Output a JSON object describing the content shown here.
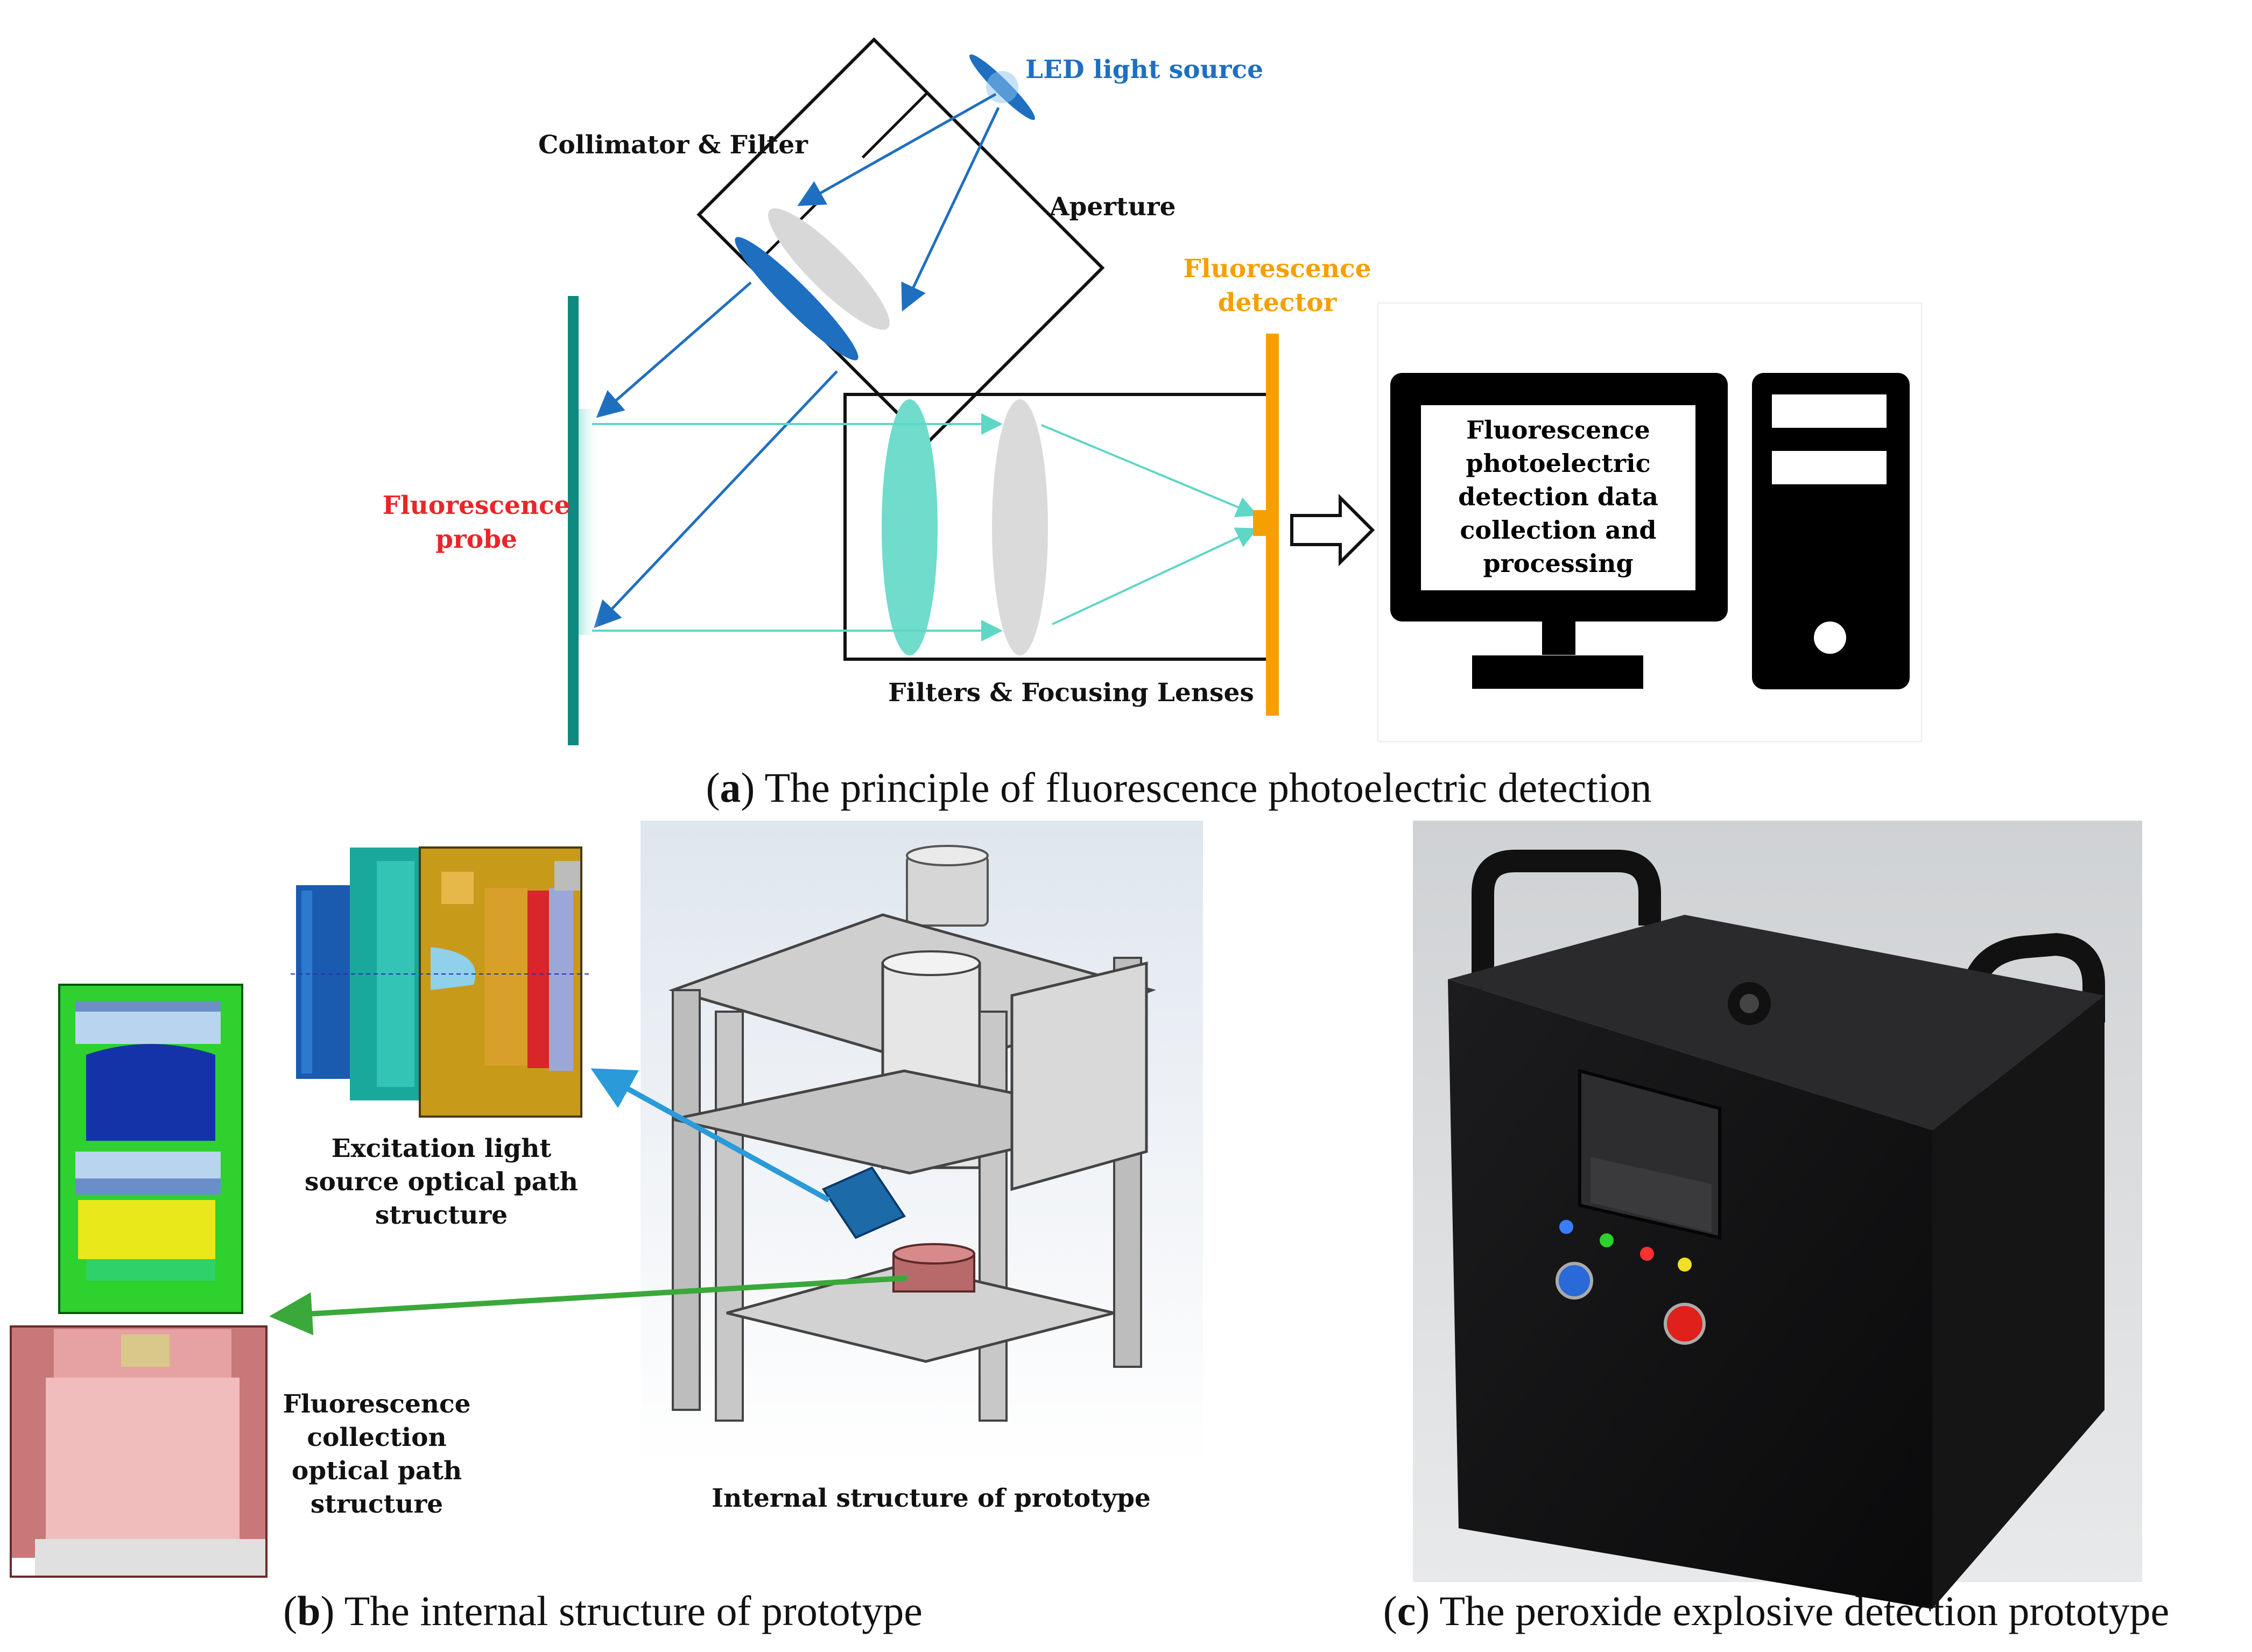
{
  "panel_a": {
    "caption_letter": "a",
    "caption_text": ") The principle of fluorescence photoelectric detection",
    "led_label": "LED light source",
    "collimator_label": "Collimator & Filter",
    "aperture_label": "Aperture",
    "detector_label_1": "Fluorescence",
    "detector_label_2": "detector",
    "probe_label_1": "Fluorescence",
    "probe_label_2": "probe",
    "filters_label": "Filters & Focusing Lenses",
    "monitor_text": [
      "Fluorescence",
      "photoelectric",
      "detection data",
      "collection and",
      "processing"
    ]
  },
  "panel_b": {
    "caption_letter": "b",
    "caption_text": ") The internal structure of prototype",
    "excitation_label": [
      "Excitation light",
      "source optical path",
      "structure"
    ],
    "collection_label": [
      "Fluorescence",
      "collection",
      "optical path",
      "structure"
    ],
    "internal_label": "Internal structure of prototype"
  },
  "panel_c": {
    "caption_letter": "c",
    "caption_text": ") The peroxide explosive detection prototype"
  },
  "colors": {
    "led_blue": "#1f6fc0",
    "teal": "#0e8a80",
    "cyan_beam": "#5fd6c6",
    "detector_orange": "#f5a000",
    "probe_red": "#e8262a",
    "green_arrow": "#3aa83a"
  }
}
